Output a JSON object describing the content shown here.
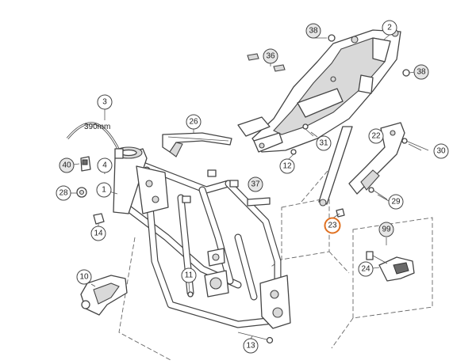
{
  "callouts": {
    "c1": "1",
    "c2": "2",
    "c3": "3",
    "c10": "10",
    "c11": "11",
    "c12": "12",
    "c13": "13",
    "c14": "14",
    "c22": "22",
    "c23": "23",
    "c24": "24",
    "c26": "26",
    "c28": "28",
    "c29": "29",
    "c30": "30",
    "c31": "31",
    "c36": "36",
    "c37": "37",
    "c38a": "38",
    "c38b": "38",
    "c40": "40",
    "c99": "99"
  },
  "hose_length": "390mm",
  "colors": {
    "callout_fill": "#e6e6e6",
    "callout_stroke": "#444444",
    "highlight_stroke": "#e07020",
    "line": "#444444"
  }
}
